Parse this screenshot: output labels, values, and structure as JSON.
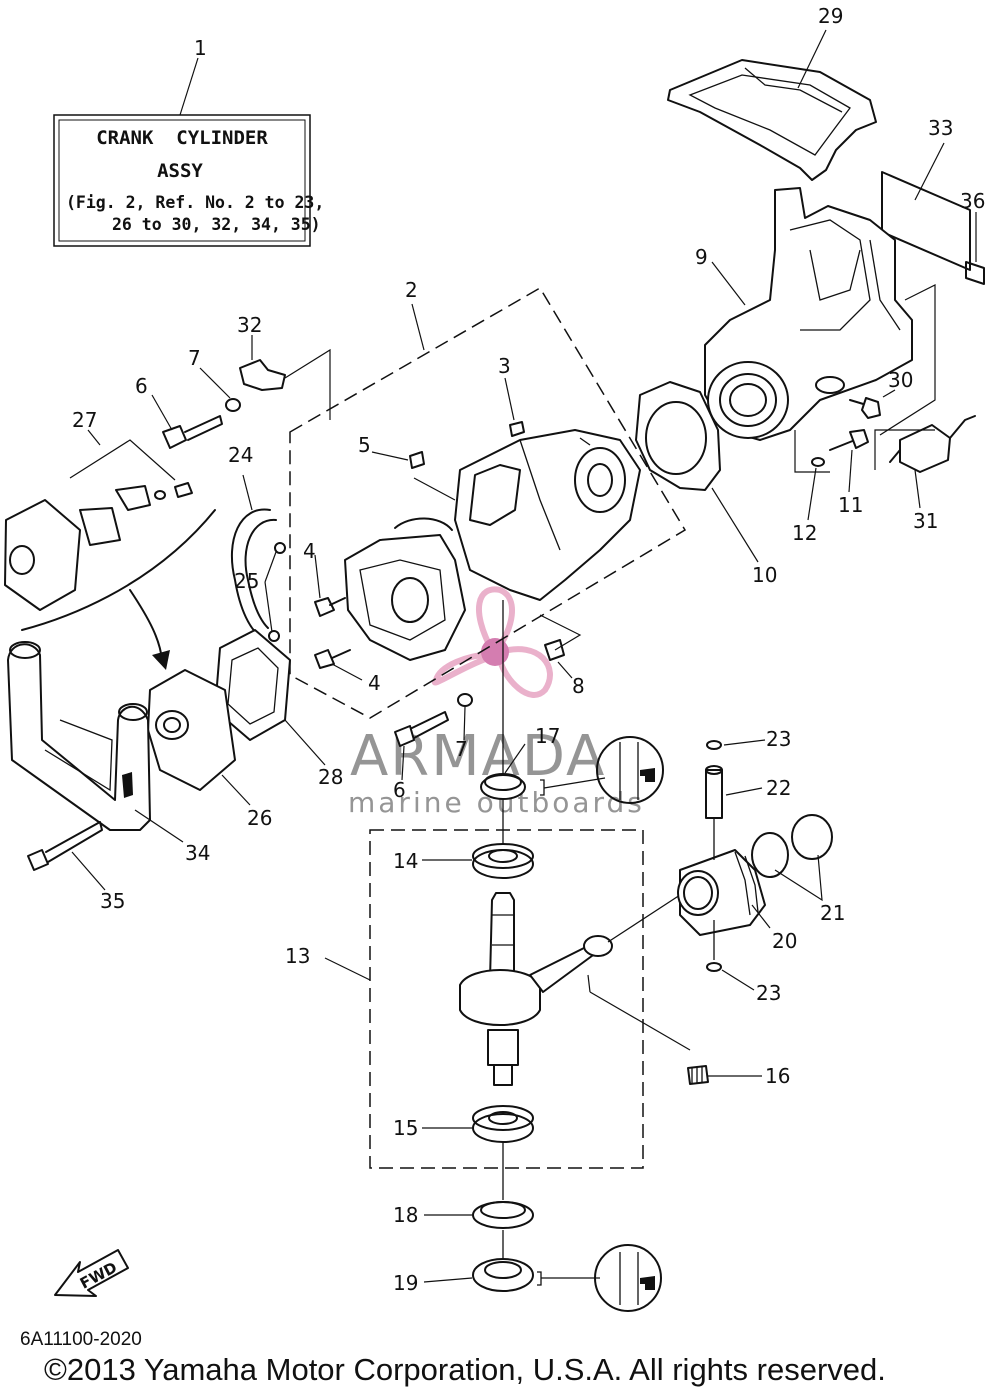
{
  "assy_box": {
    "ref": "1",
    "title_line1": "CRANK  CYLINDER",
    "title_line2": "ASSY",
    "fig_line1": "(Fig. 2, Ref. No. 2 to 23,",
    "fig_line2": "26 to 30, 32, 34, 35)"
  },
  "refs": {
    "r2": "2",
    "r3": "3",
    "r4a": "4",
    "r4b": "4",
    "r5": "5",
    "r6a": "6",
    "r6b": "6",
    "r7a": "7",
    "r7b": "7",
    "r8": "8",
    "r9": "9",
    "r10": "10",
    "r11": "11",
    "r12": "12",
    "r13": "13",
    "r14": "14",
    "r15": "15",
    "r16": "16",
    "r17": "17",
    "r18": "18",
    "r19": "19",
    "r20": "20",
    "r21": "21",
    "r22": "22",
    "r23a": "23",
    "r23b": "23",
    "r24": "24",
    "r25": "25",
    "r26": "26",
    "r27": "27",
    "r28": "28",
    "r29": "29",
    "r30": "30",
    "r31": "31",
    "r32": "32",
    "r33": "33",
    "r34": "34",
    "r35": "35",
    "r36": "36"
  },
  "direction_arrow": "FWD",
  "watermark": {
    "brand": "ARMADA",
    "tagline": "marine outboards",
    "logo_color": "#e8a9c6",
    "logo_hub_color": "#d070a8"
  },
  "diagram_code": "6A11100-2020",
  "copyright": "©2013 Yamaha Motor Corporation, U.S.A. All rights reserved."
}
